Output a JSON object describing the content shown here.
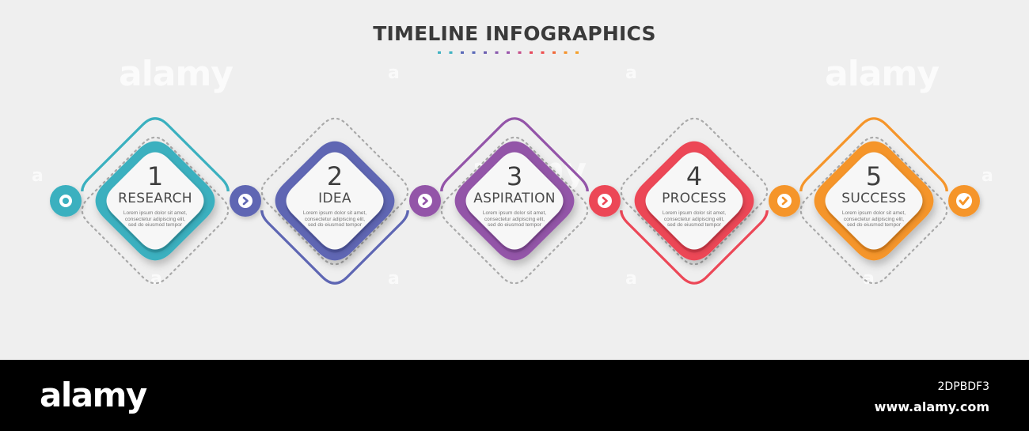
{
  "title": "TIMELINE INFOGRAPHICS",
  "title_dot_colors": [
    "#3fb2c2",
    "#3fb2c2",
    "#5a6ab8",
    "#5a6ab8",
    "#6c5fb0",
    "#8a5aae",
    "#9a56ac",
    "#c64e8a",
    "#e64a5e",
    "#ee4f4f",
    "#f06a3a",
    "#f59229",
    "#f5a02a"
  ],
  "steps": [
    {
      "number": "1",
      "label": "RESEARCH",
      "desc": [
        "Lorem ipsum dolor sit amet,",
        "consectetur adipiscing elit,",
        "sed do eiusmod tempor"
      ],
      "color": "#3ab0bf",
      "dark": "#2a8f9d",
      "outline": "solid-top",
      "connector_icon": "ring-icon"
    },
    {
      "number": "2",
      "label": "IDEA",
      "desc": [
        "Lorem ipsum dolor sit amet,",
        "consectetur adipiscing elit,",
        "sed do eiusmod tempor"
      ],
      "color": "#5e66b3",
      "dark": "#454c96",
      "outline": "solid-bottom",
      "connector_icon": "chevron-right-icon"
    },
    {
      "number": "3",
      "label": "ASPIRATION",
      "desc": [
        "Lorem ipsum dolor sit amet,",
        "consectetur adipiscing elit,",
        "sed do eiusmod tempor"
      ],
      "color": "#9354a8",
      "dark": "#763f8a",
      "outline": "solid-top",
      "connector_icon": "chevron-right-icon"
    },
    {
      "number": "4",
      "label": "PROCESS",
      "desc": [
        "Lorem ipsum dolor sit amet,",
        "consectetur adipiscing elit,",
        "sed do eiusmod tempor"
      ],
      "color": "#ec4757",
      "dark": "#c7303f",
      "outline": "solid-bottom",
      "connector_icon": "chevron-right-icon"
    },
    {
      "number": "5",
      "label": "SUCCESS",
      "desc": [
        "Lorem ipsum dolor sit amet,",
        "consectetur adipiscing elit,",
        "sed do eiusmod tempor"
      ],
      "color": "#f5952a",
      "dark": "#d97a12",
      "outline": "solid-top",
      "connector_icon": "chevron-right-icon"
    }
  ],
  "end_icon": "checkmark-icon",
  "end_color": "#f5952a",
  "watermark": {
    "word": "alamy",
    "letter": "a"
  },
  "footer": {
    "logo": "alamy",
    "image_id": "2DPBDF3",
    "url": "www.alamy.com"
  }
}
